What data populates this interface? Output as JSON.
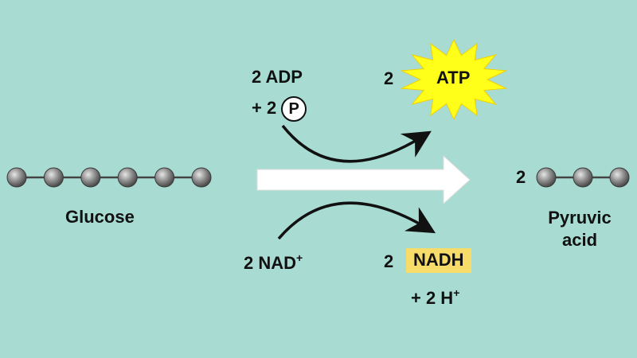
{
  "diagram": {
    "glucose": {
      "label": "Glucose",
      "bead_count": 6
    },
    "pyruvic_acid": {
      "coefficient": "2",
      "line1": "Pyruvic",
      "line2": "acid",
      "bead_count": 3
    },
    "adp": {
      "line1": "2 ADP",
      "plus_prefix": "+ 2",
      "phosphate_symbol": "P"
    },
    "atp": {
      "coefficient": "2",
      "label": "ATP"
    },
    "nad": {
      "text": "2 NAD",
      "superscript": "+"
    },
    "nadh": {
      "coefficient": "2",
      "label": "NADH"
    },
    "hydrogen": {
      "text": "+ 2 H",
      "superscript": "+"
    }
  },
  "colors": {
    "background": "#a8dcd3",
    "bead": "#8c8c8c",
    "bond": "#444444",
    "main_arrow": "#ffffff",
    "atp_burst": "#ffff1a",
    "nadh_highlight": "#f8dc6a",
    "text": "#111111"
  }
}
